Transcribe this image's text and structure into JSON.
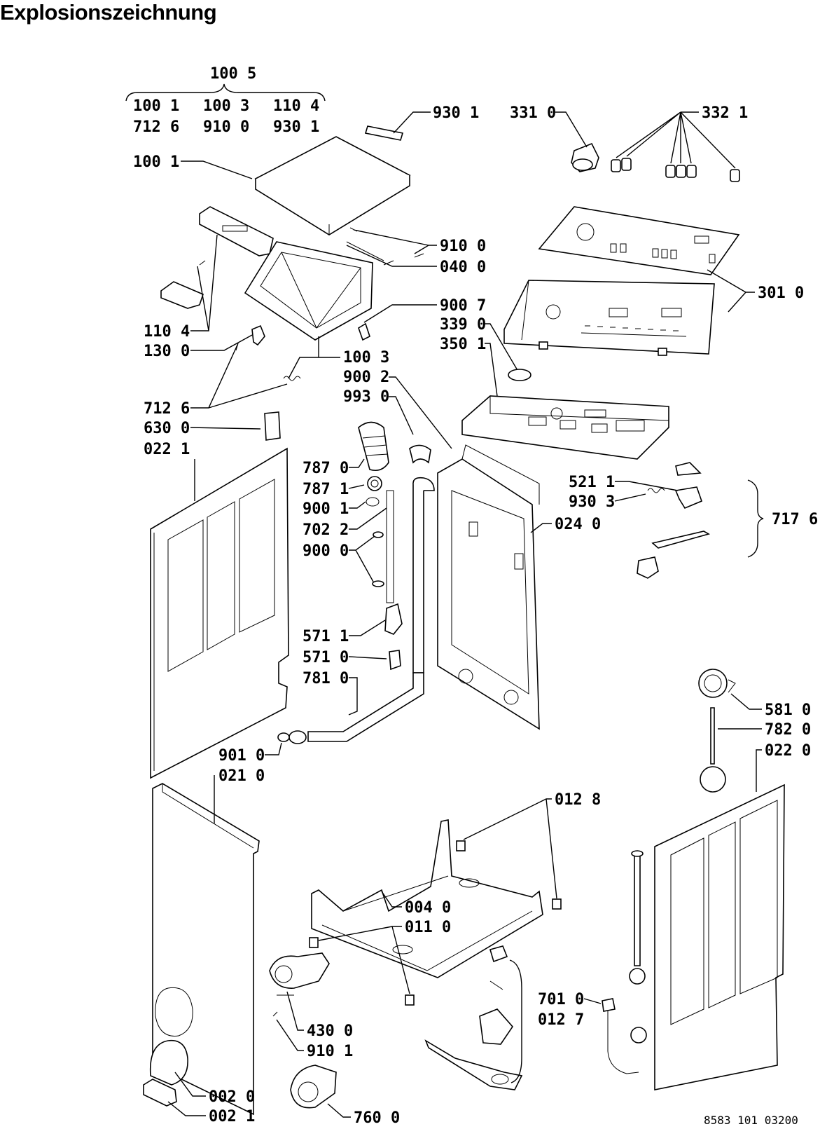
{
  "title": "Explosionszeichnung",
  "drawing_id": "8583 101 03200",
  "group_100_5": {
    "code": "100 5",
    "members": [
      "100 1",
      "100 3",
      "110 4",
      "712 6",
      "910 0",
      "930 1"
    ]
  },
  "group_717_6": {
    "code": "717 6",
    "members": [
      "521 1",
      "930 3"
    ]
  },
  "labels": {
    "l1001a": "100 1",
    "l9301": "930 1",
    "l3310": "331 0",
    "l3321": "332 1",
    "l9100": "910 0",
    "l0400": "040 0",
    "l3010": "301 0",
    "l9007": "900 7",
    "l3390": "339 0",
    "l3501": "350 1",
    "l1104": "110 4",
    "l1300": "130 0",
    "l1003": "100 3",
    "l9002": "900 2",
    "l9930": "993 0",
    "l7126": "712 6",
    "l6300": "630 0",
    "l0221": "022 1",
    "l7870": "787 0",
    "l7871": "787 1",
    "l9001": "900 1",
    "l7022": "702 2",
    "l9000": "900 0",
    "l5211": "521 1",
    "l9303": "930 3",
    "l0240": "024 0",
    "l5711": "571 1",
    "l5710": "571 0",
    "l7810": "781 0",
    "l5810": "581 0",
    "l7820": "782 0",
    "l0220": "022 0",
    "l9010": "901 0",
    "l0210": "021 0",
    "l0128": "012 8",
    "l0040": "004 0",
    "l0110": "011 0",
    "l7010": "701 0",
    "l0127": "012 7",
    "l4300": "430 0",
    "l9101": "910 1",
    "l0020": "002 0",
    "l0021": "002 1",
    "l7600": "760 0"
  }
}
